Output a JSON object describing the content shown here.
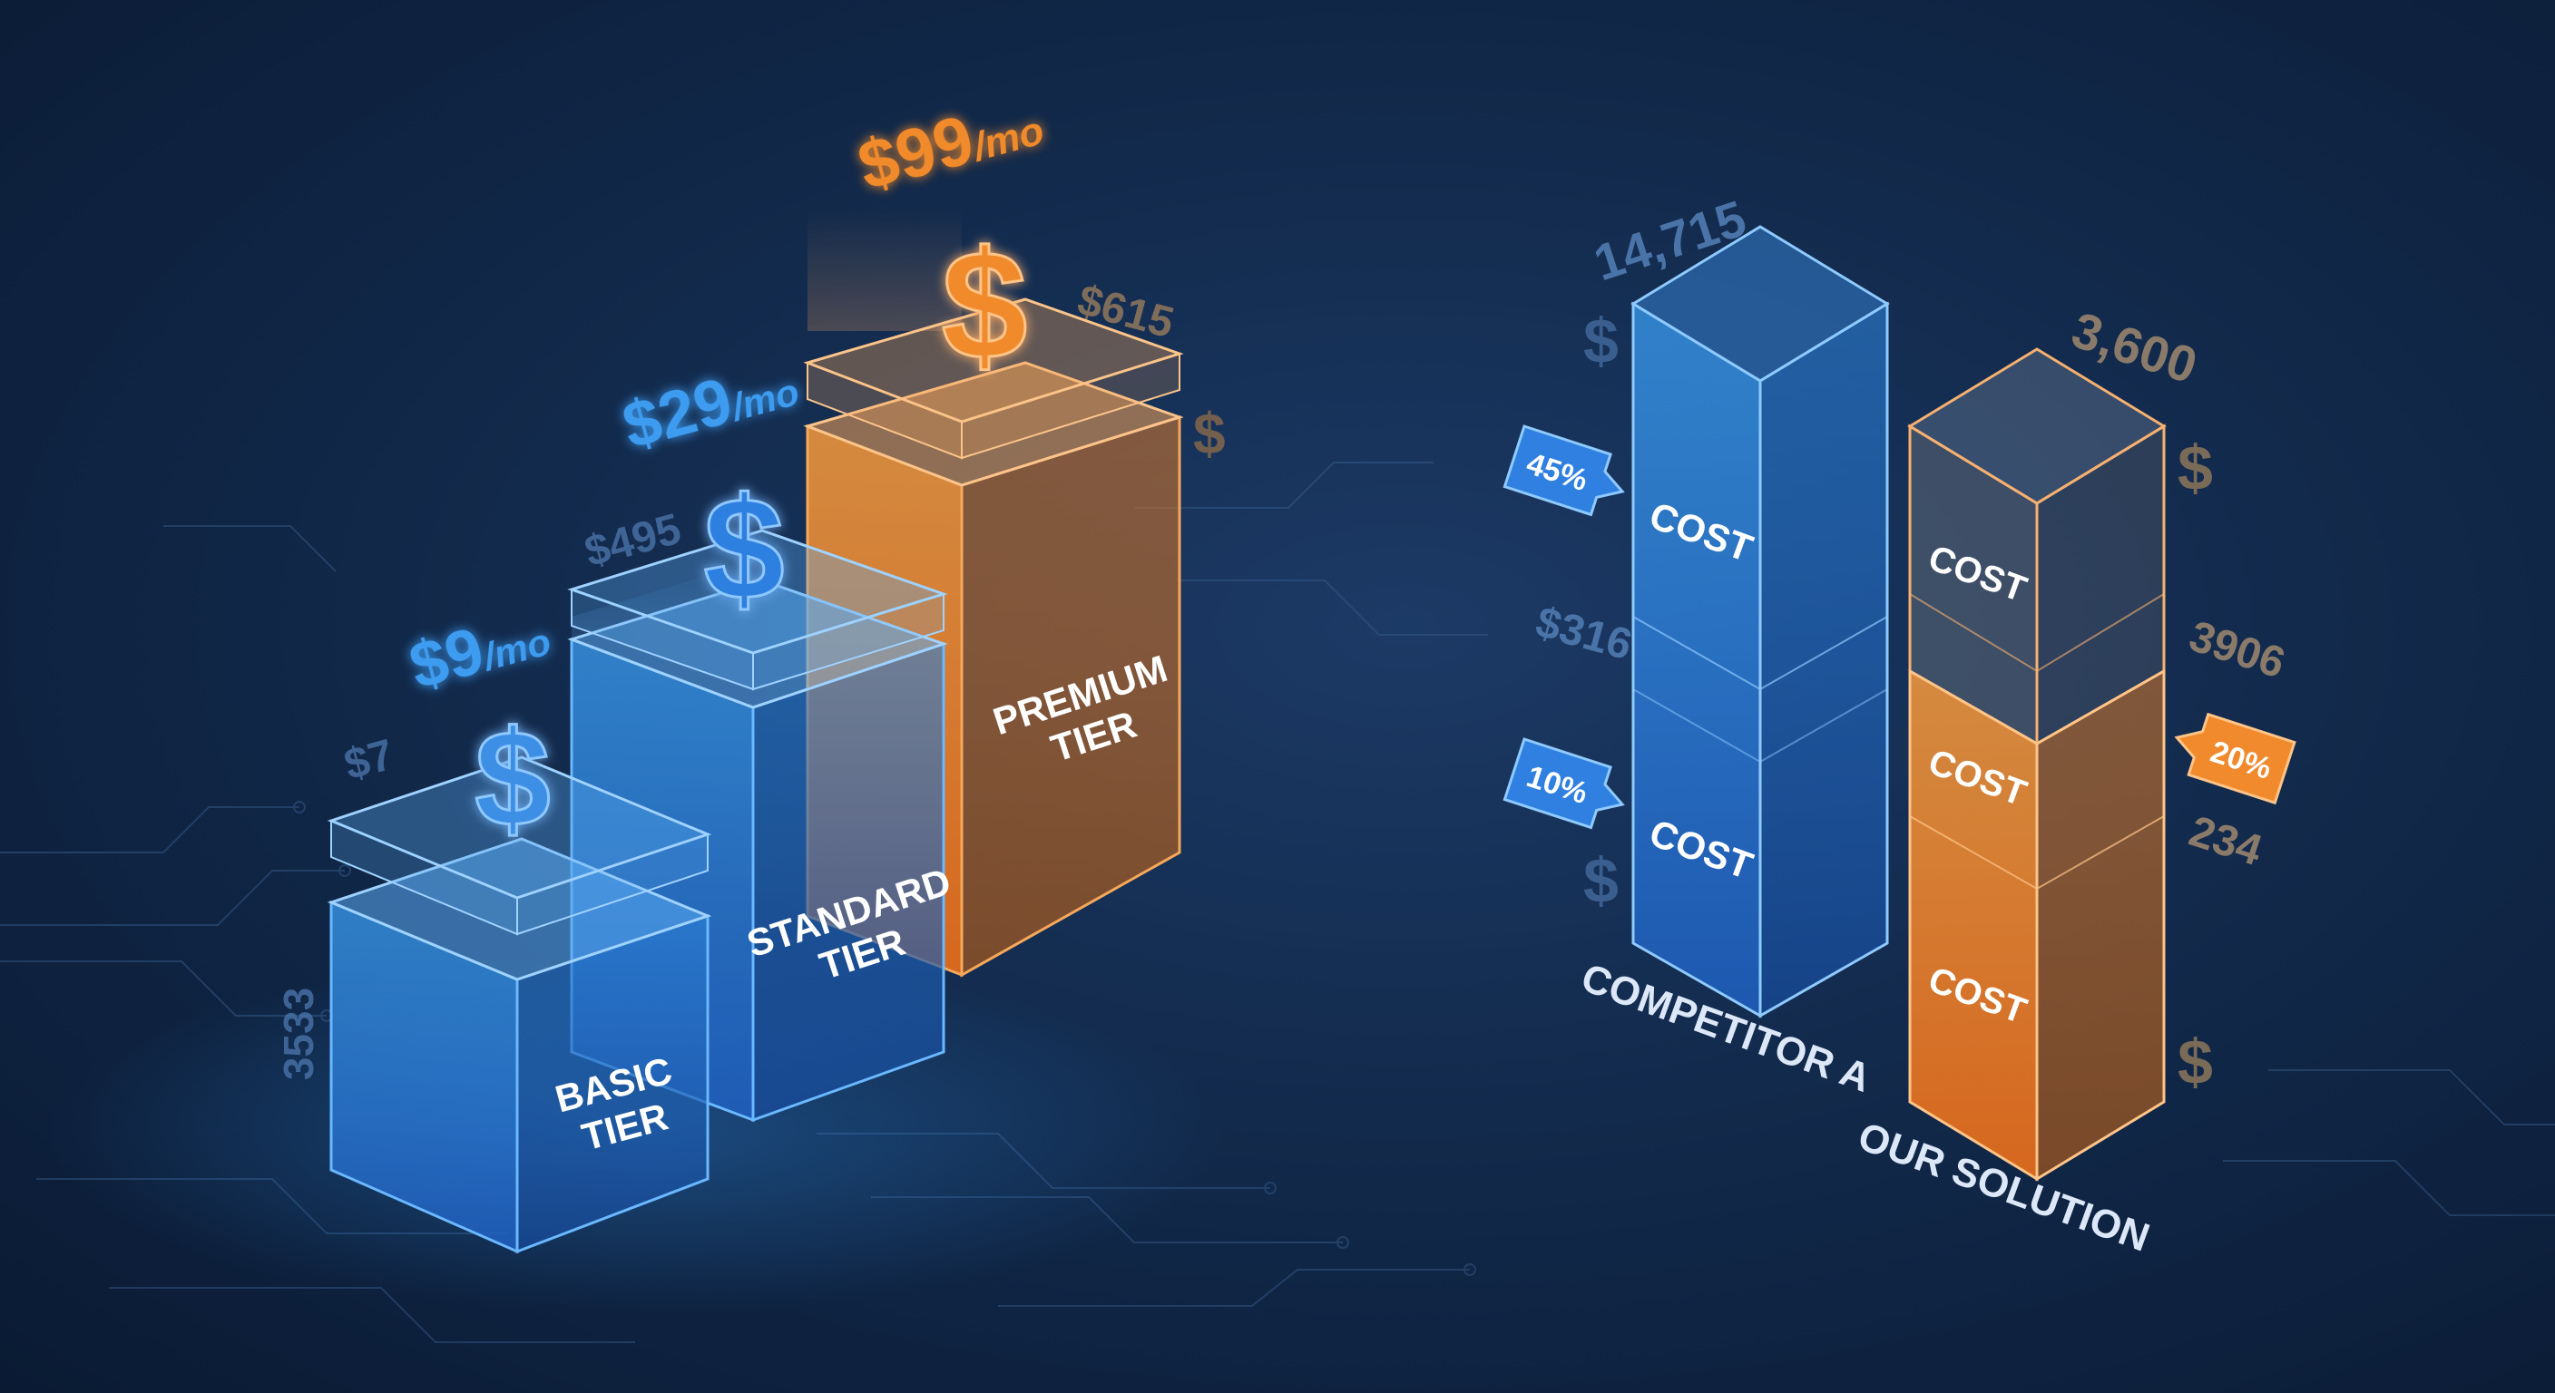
{
  "tiers": [
    {
      "name_line1": "BASIC",
      "name_line2": "TIER",
      "price": "$9",
      "unit": "/mo",
      "side_value": "$7",
      "axis_value": "3533"
    },
    {
      "name_line1": "STANDARD",
      "name_line2": "TIER",
      "price": "$29",
      "unit": "/mo",
      "side_value": "$495"
    },
    {
      "name_line1": "PREMIUM",
      "name_line2": "TIER",
      "price": "$99",
      "unit": "/mo",
      "side_value": "$615",
      "side_symbol": "$"
    }
  ],
  "comparison": {
    "competitor": {
      "label": "COMPETITOR A",
      "total": "14,715",
      "total_symbol": "$",
      "mid_value": "$316",
      "low_symbol": "$",
      "badge_top": "45%",
      "badge_bottom": "10%",
      "segment_top": "COST",
      "segment_bottom": "COST"
    },
    "ours": {
      "label": "OUR SOLUTION",
      "total": "3,600",
      "total_symbol": "$",
      "mid_value": "3906",
      "low_value": "234",
      "bottom_symbol": "$",
      "badge": "20%",
      "segment_top": "COST",
      "segment_mid": "COST",
      "segment_bottom": "COST"
    }
  },
  "icons": {
    "tier_icon": "dollar-sign-icon"
  },
  "colors": {
    "blue": "#2f8fe8",
    "orange": "#f08a2c",
    "bg": "#112748"
  }
}
